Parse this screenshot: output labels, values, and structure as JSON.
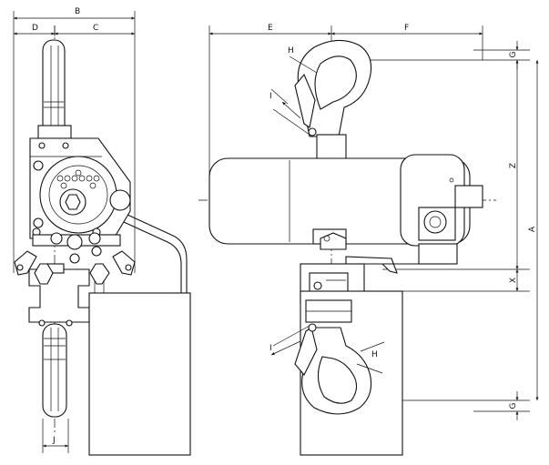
{
  "dimension_labels": {
    "A": "A",
    "B": "B",
    "C": "C",
    "D": "D",
    "E": "E",
    "F": "F",
    "G_top": "G",
    "G_bottom": "G",
    "H_top": "H",
    "H_bottom": "H",
    "I_top": "I",
    "I_bottom": "I",
    "J": "J",
    "X": "X",
    "Z": "Z"
  }
}
